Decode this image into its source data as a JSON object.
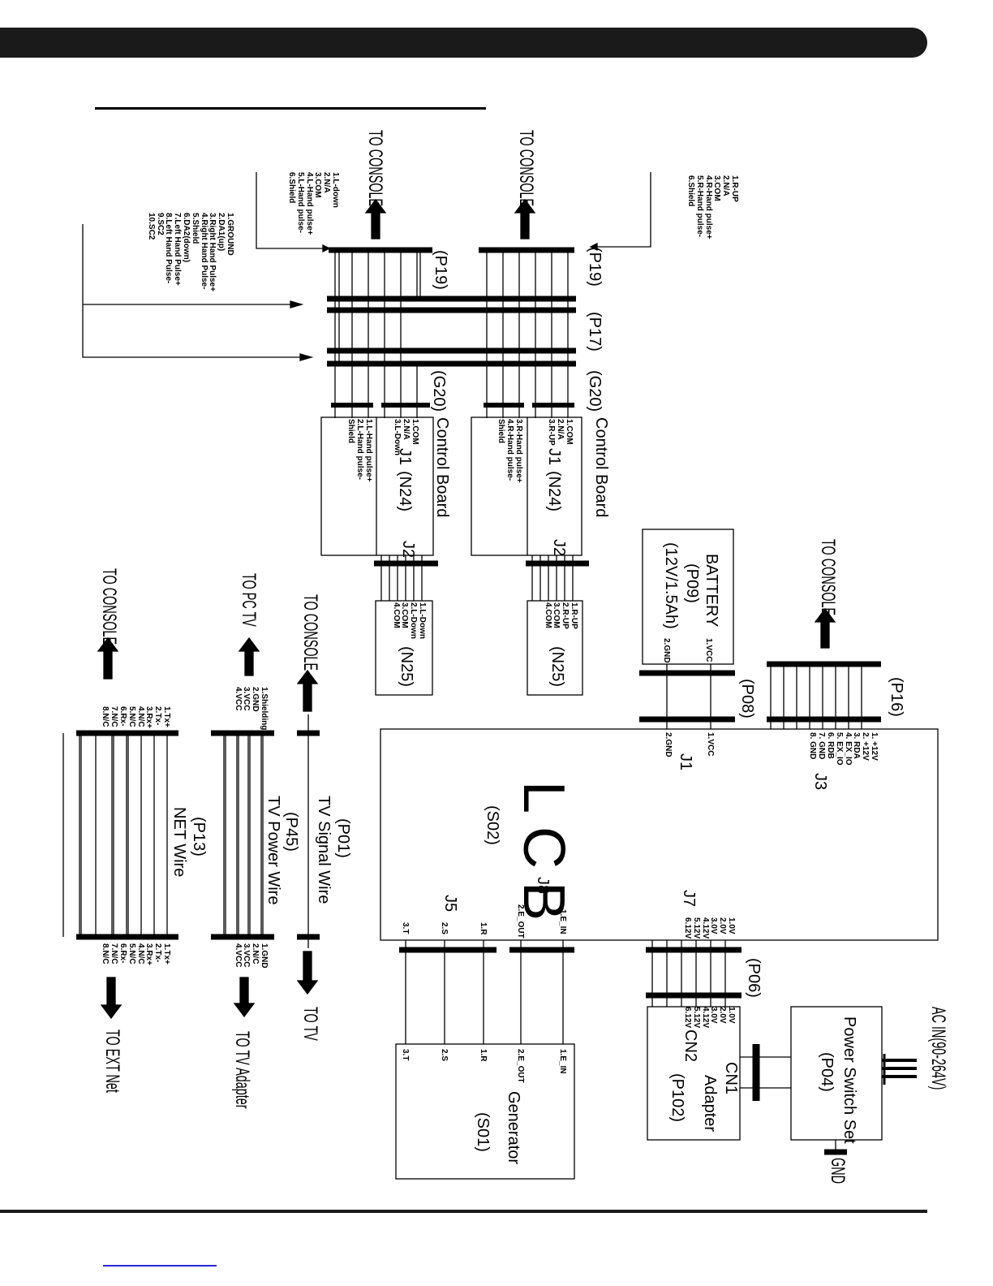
{
  "labels": {
    "to_console": "TO CONSOLE",
    "to_pc_tv": "TO PC TV",
    "to_tv": "TO TV",
    "to_ext_net": "TO EXT Net",
    "to_tv_adapter": "TO TV Adapter",
    "ac_in": "AC IN(90-264V)",
    "gnd": "GND",
    "control_board": "Control Board",
    "lcb": "LCB"
  },
  "connectors": {
    "p19": "(P19)",
    "p17": "(P17)",
    "g20": "(G20)",
    "p16": "(P16)",
    "p08": "(P08)",
    "p06": "(P06)",
    "p13": "(P13)",
    "p45": "(P45)",
    "p01": "(P01)",
    "p04": "(P04)",
    "p102": "(P102)",
    "p09": "(P09)",
    "s02": "(S02)",
    "s01": "(S01)",
    "n24": "(N24)",
    "n25": "(N25)",
    "j1": "J1",
    "j2": "J2",
    "j3": "J3",
    "j5": "J5",
    "j7": "J7",
    "j8": "J8",
    "cn1": "CN1",
    "cn2": "CN2"
  },
  "components": {
    "battery": "BATTERY",
    "battery_rating": "(12V/1.5Ah)",
    "adapter": "Adapter",
    "generator": "Generator",
    "power_switch_set": "Power Switch Set",
    "net_wire": "NET Wire",
    "tv_power_wire": "TV Power Wire",
    "tv_signal_wire": "TV Signal Wire"
  },
  "pins": {
    "left_console": "1.L-down\n2.N/A\n3.COM\n4.L-Hand pulse+\n5.L-Hand pulse-\n6.Shield",
    "right_console": "1.R-UP\n2.N/A\n3.COM\n4.R-Hand pulse+\n5.R-Hand pulse-\n6.Shield",
    "main_console": "1.GROUND\n2.DA1(up)\n3.Right Hand Pulse+\n4.Right Hand Pulse-\n5.Shield\n6.DA2(down)\n7.Left Hand Pulse+\n8.Left Hand Pulse-\n9.SC2\n10.SC2",
    "left_j1": "1.COM\n2.N/A\n3.L-Down",
    "left_j1_b": "1.L-Hand pulse+\n2.L-Hand pulse-\nShield",
    "right_j1": "1.COM\n2.N/A\n3.R-UP",
    "right_j1_b": "3.R-Hand pulse+\n4.R-Hand pulse-\nShield",
    "left_j2": "1.L-Down\n2.L-Down\n3.COM\n4.COM",
    "right_j2": "1.R-UP\n2.R-UP\n3.COM\n4.COM",
    "battery_vcc": "1.VCC",
    "battery_gnd": "2.GND",
    "lcb_j1_vcc": "1.VCC",
    "lcb_j1_gnd": "2.GND",
    "lcb_j3": "1. +12V\n2. +12V\n3. RDA\n4. EX_IO\n5. EX_IO\n6. RDB\n7. GND\n8. GND",
    "net_a": "1.Tx+\n2.Tx-\n3.Rx+\n4.N/C\n5.N/C\n6.Rx-\n7.N/C\n8.N/C",
    "net_b": "1.Tx+\n2.Tx-\n3.Rx+\n4.N/C\n5.N/C\n6.Rx-\n7.N/C\n8.N/C",
    "tvp_a": "1.Shielding\n2.GND\n3.VCC\n4.VCC",
    "tvp_b": "1.GND\n2.N/C\n3.VCC\n4.VCC",
    "j7_lcb": "1.0V\n2.0V\n3.0V\n4.12V\n5.12V\n6.12V",
    "cn2": "1.0V\n2.0V\n3.0V\n4.12V\n5.12V\n6.12V",
    "j5_1": "1.R",
    "j5_2": "2.S",
    "j5_3": "3.T",
    "j8_1": "1.E_IN",
    "j8_2": "2.E_OUT",
    "gen_1": "1.R",
    "gen_2": "2.S",
    "gen_3": "3.T",
    "gen_ein": "1.E_IN",
    "gen_eout": "2.E_OUT"
  }
}
